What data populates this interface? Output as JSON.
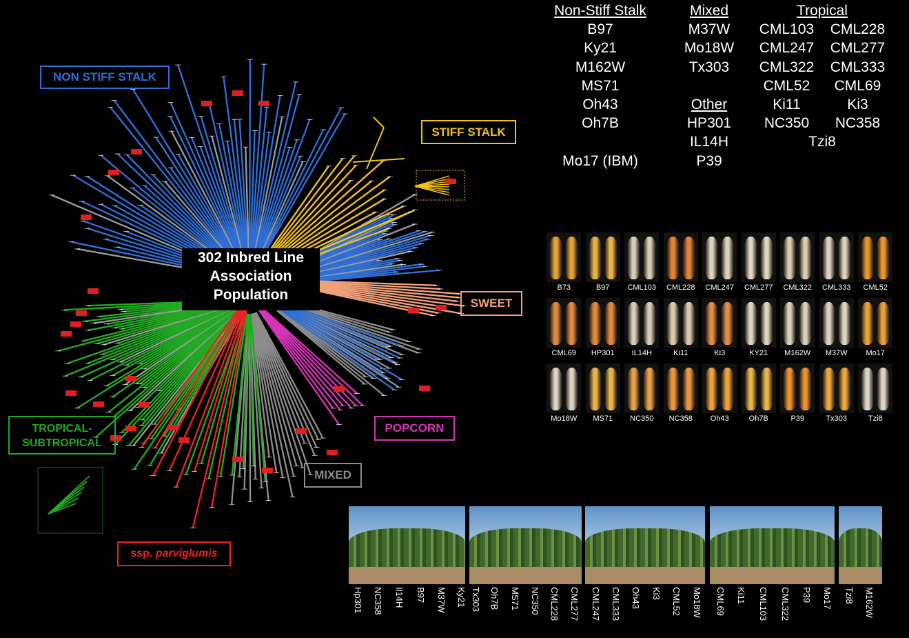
{
  "center_label": "302 Inbred Line Association Population",
  "clades": {
    "non_stiff_stalk": "NON STIFF STALK",
    "stiff_stalk": "STIFF STALK",
    "sweet": "SWEET",
    "popcorn": "POPCORN",
    "mixed": "MIXED",
    "tropical": "TROPICAL-SUBTROPICAL",
    "parviglumis_prefix": "ssp. ",
    "parviglumis_name": "parviglumis"
  },
  "colors": {
    "non_stiff_stalk": "#2f6fd6",
    "stiff_stalk": "#f2c218",
    "sweet": "#f2a07a",
    "popcorn": "#d634b8",
    "mixed": "#8c8c8c",
    "tropical": "#22aa22",
    "parviglumis": "#ee2222",
    "gray_branch": "#9a9a9a"
  },
  "categories": {
    "non_stiff": {
      "heading": "Non-Stiff Stalk",
      "lines": [
        "B97",
        "Ky21",
        "M162W",
        "MS71",
        "Oh43",
        "Oh7B",
        "",
        "Mo17 (IBM)"
      ]
    },
    "mixed": {
      "heading": "Mixed",
      "lines": [
        "M37W",
        "Mo18W",
        "Tx303"
      ]
    },
    "other": {
      "heading": "Other",
      "lines": [
        "HP301",
        "IL14H",
        "P39"
      ]
    },
    "tropical": {
      "heading": "Tropical",
      "pairs": [
        [
          "CML103",
          "CML228"
        ],
        [
          "CML247",
          "CML277"
        ],
        [
          "CML322",
          "CML333"
        ],
        [
          "CML52",
          "CML69"
        ],
        [
          "Ki11",
          "Ki3"
        ],
        [
          "NC350",
          "NC358"
        ]
      ],
      "last": "Tzi8"
    }
  },
  "ears": [
    {
      "label": "B73",
      "color": "#e3a43a"
    },
    {
      "label": "B97",
      "color": "#e9b24a"
    },
    {
      "label": "CML103",
      "color": "#d8cdb5"
    },
    {
      "label": "CML228",
      "color": "#e2833a"
    },
    {
      "label": "CML247",
      "color": "#dfd3bc"
    },
    {
      "label": "CML277",
      "color": "#e2d6c0"
    },
    {
      "label": "CML322",
      "color": "#dccdb0"
    },
    {
      "label": "CML333",
      "color": "#ddd2bb"
    },
    {
      "label": "CML52",
      "color": "#e9962a"
    },
    {
      "label": "CML69",
      "color": "#e08a40"
    },
    {
      "label": "HP301",
      "color": "#e08a3a"
    },
    {
      "label": "IL14H",
      "color": "#d9cdb8"
    },
    {
      "label": "Ki11",
      "color": "#ddc9b0"
    },
    {
      "label": "Ki3",
      "color": "#e08f4a"
    },
    {
      "label": "KY21",
      "color": "#dfd4be"
    },
    {
      "label": "M162W",
      "color": "#dcd0b9"
    },
    {
      "label": "M37W",
      "color": "#dfd4bf"
    },
    {
      "label": "Mo17",
      "color": "#e9a238"
    },
    {
      "label": "Mo18W",
      "color": "#ddd3c1"
    },
    {
      "label": "MS71",
      "color": "#eab24a"
    },
    {
      "label": "NC350",
      "color": "#e7a04a"
    },
    {
      "label": "NC358",
      "color": "#ea9640"
    },
    {
      "label": "Oh43",
      "color": "#eca33a"
    },
    {
      "label": "Oh7B",
      "color": "#e9b448"
    },
    {
      "label": "P39",
      "color": "#e9932e"
    },
    {
      "label": "Tx303",
      "color": "#eda83c"
    },
    {
      "label": "Tzi8",
      "color": "#ded4c2"
    }
  ],
  "field_labels": [
    "Hp301",
    "NC358",
    "Il14H",
    "B97",
    "M37W",
    "Ky21",
    "Tx303",
    "Oh7B",
    "MS71",
    "NC350",
    "CML228",
    "CML277",
    "CML247",
    "CML333",
    "Oh43",
    "Ki3",
    "CML52",
    "Mo18W",
    "CML69",
    "Ki11",
    "CML103",
    "CML322",
    "P39",
    "Mo17",
    "Tzi8",
    "M162W"
  ]
}
